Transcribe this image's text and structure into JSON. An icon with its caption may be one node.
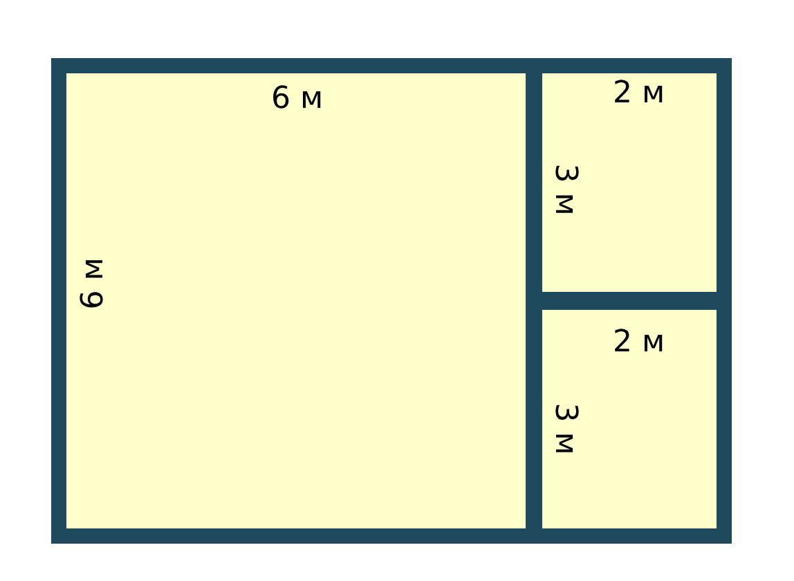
{
  "diagram": {
    "nodes": [
      {
        "text": [
          "6 м",
          "6 м"
        ]
      },
      {
        "text": [
          "2 м",
          "3 м"
        ]
      },
      {
        "text": [
          "2 м",
          "3 м"
        ]
      }
    ]
  }
}
